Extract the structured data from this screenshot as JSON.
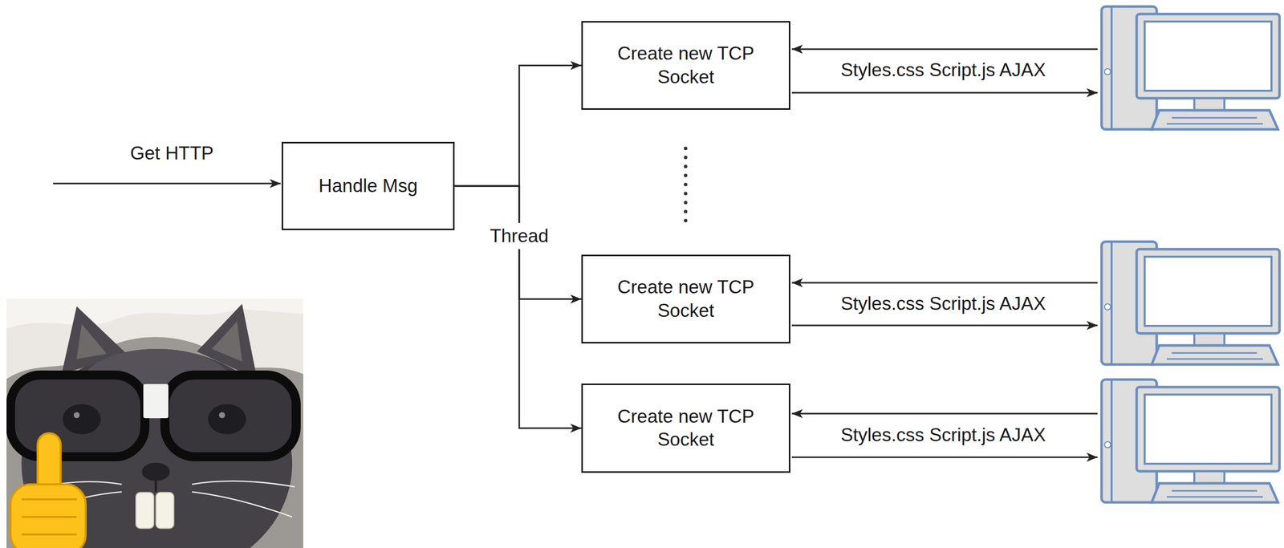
{
  "diagram": {
    "nodes": [
      {
        "text": [
          "Handle Msg"
        ]
      },
      {
        "text": [
          "Create new TCP Socket"
        ]
      },
      {
        "text": [
          "Create new TCP Socket"
        ]
      },
      {
        "text": [
          "Create new TCP Socket"
        ]
      }
    ],
    "edges": [
      {
        "from": 0,
        "to": 1,
        "arrow": "to"
      },
      {
        "from": 0,
        "to": 2,
        "arrow": "to"
      },
      {
        "from": 0,
        "to": 3,
        "arrow": "to"
      }
    ],
    "labels": [
      "Get HTTP",
      "Thread",
      "Styles.css Script.js AJAX",
      "Styles.css Script.js AJAX",
      "Styles.css Script.js AJAX"
    ]
  }
}
